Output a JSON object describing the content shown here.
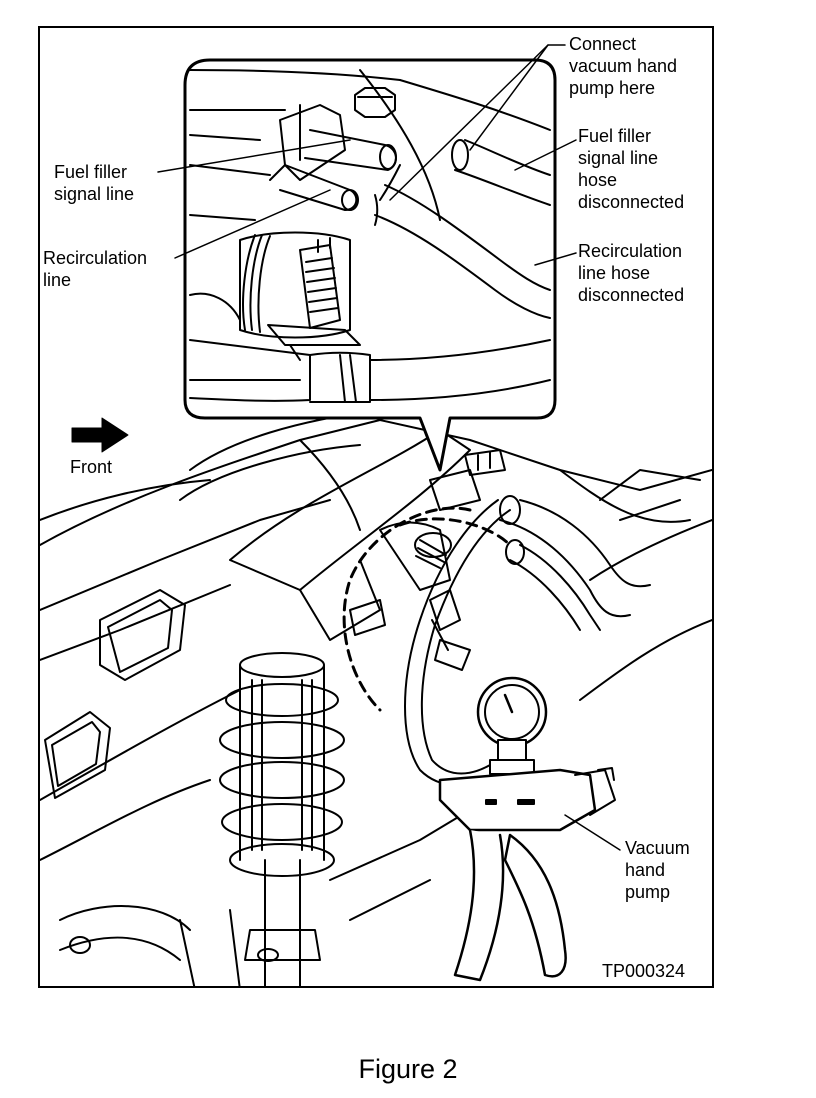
{
  "figure": {
    "caption": "Figure 2",
    "code": "TP000324"
  },
  "labels": {
    "connect_pump": "Connect\nvacuum hand\npump here",
    "fuel_filler_signal_line": "Fuel filler\nsignal line",
    "fuel_filler_hose_disconnected": "Fuel filler\nsignal line\nhose\ndisconnected",
    "recirculation_line": "Recirculation\nline",
    "recirculation_hose_disconnected": "Recirculation\nline hose\ndisconnected",
    "front": "Front",
    "vacuum_hand_pump": "Vacuum\nhand\npump"
  }
}
